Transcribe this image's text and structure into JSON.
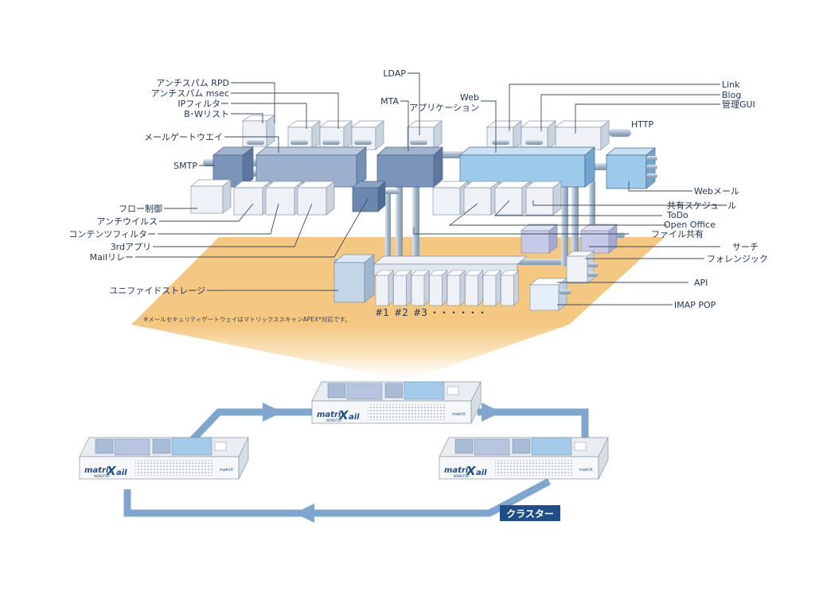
{
  "labels": {
    "left": {
      "antispam_rpd": "アンチスパム RPD",
      "antispam_msec": "アンチスパム msec",
      "ip_filter": "IPフィルター",
      "bw_list": "B･Wリスト",
      "mail_gateway": "メールゲートウエイ",
      "smtp": "SMTP",
      "flow_control": "フロー制御",
      "antivirus": "アンチウイルス",
      "content_filter": "コンテンツフィルター",
      "third_party_app": "3rdアプリ",
      "mail_relay": "Mailリレー",
      "unified_storage": "ユニファイドストレージ"
    },
    "top": {
      "ldap": "LDAP",
      "mta": "MTA",
      "web": "Web",
      "web_application": "アプリケーション"
    },
    "right": {
      "link": "Link",
      "blog": "Blog",
      "admin_gui": "管理GUI",
      "http": "HTTP",
      "webmail": "Webメール",
      "shared_schedule": "共有スケジュール",
      "todo": "ToDo",
      "open_office": "Open Office",
      "file_sharing": "ファイル共有",
      "search": "サーチ",
      "forensic": "フォレンジック",
      "api": "API",
      "imap_pop": "IMAP POP"
    },
    "storage_nodes": [
      "#1",
      "#2",
      "#3",
      "・・",
      "・・",
      "・・"
    ],
    "footnote": "※メールセキュリティゲートウェイはマトリックススキャンAPEX*対応です。",
    "cluster": "クラスター"
  },
  "servers": {
    "brand_main": "matri",
    "brand_x": "X",
    "brand_tail": "ail",
    "brand_sub": "NONSTOP",
    "side_tag": "matriX"
  },
  "colors": {
    "module_dark": "#6f8db5",
    "module_mid": "#a9bcd6",
    "module_light_blue": "#8fbfe3",
    "box_white": "#eef2f7",
    "lavender": "#c5c8e6",
    "pipe": "#9fb3c8",
    "beam": "#f5c77e",
    "cluster_arrow": "#7fa6cf",
    "cluster_label_bg": "#1e4f8a",
    "text": "#1f3550"
  }
}
